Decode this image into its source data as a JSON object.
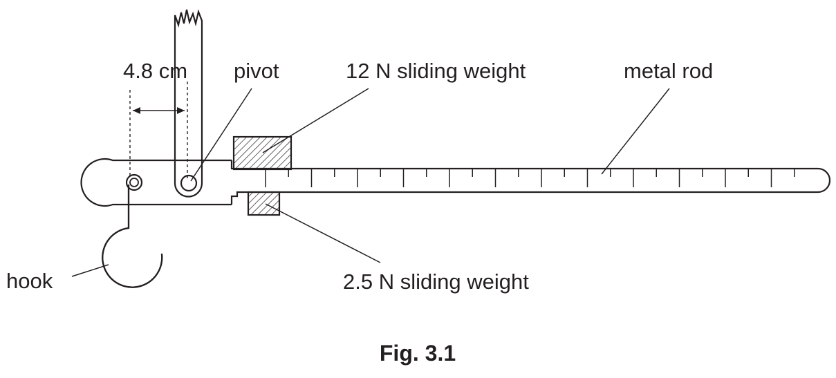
{
  "labels": {
    "distance": "4.8 cm",
    "pivot": "pivot",
    "heavy_weight": "12 N sliding weight",
    "rod": "metal rod",
    "hook": "hook",
    "light_weight": "2.5 N sliding weight"
  },
  "caption": "Fig. 3.1",
  "scale_ticks": {
    "major_count": 12,
    "minor_between": 1
  }
}
